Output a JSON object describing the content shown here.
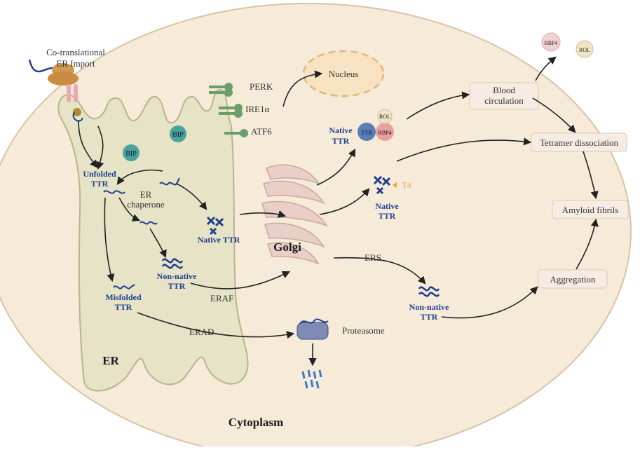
{
  "colors": {
    "cell_fill": "#f6ebd8",
    "cell_stroke": "#d8c3a4",
    "er_fill": "#e6e3c6",
    "er_stroke": "#b9b48c",
    "nucleus_fill": "#f7e2c2",
    "nucleus_stroke": "#e6b57a",
    "golgi_fill": "#e9cfc8",
    "ttr_blue": "#1f3f8f",
    "box_fill": "#f7ece3",
    "box_stroke": "#e0c7b4",
    "chip_green": "#6a9e6a",
    "bip_fill": "#4aa39b",
    "t4_color": "#e6a93a",
    "arrow": "#222222"
  },
  "labels": {
    "co_translational": "Co-translational",
    "er_import": "ER Import",
    "perk": "PERK",
    "ire1": "IRE1α",
    "atf6": "ATF6",
    "nucleus": "Nucleus",
    "bip": "BIP",
    "unfolded_1": "Unfolded",
    "unfolded_2": "TTR",
    "er_chap_1": "ER",
    "er_chap_2": "chaperone",
    "native_ttr": "Native TTR",
    "non_native_1": "Non-native",
    "non_native_2": "TTR",
    "misfolded_1": "Misfolded",
    "misfolded_2": "TTR",
    "eraf": "ERAF",
    "erad": "ERAD",
    "er": "ER",
    "golgi": "Golgi",
    "cytoplasm": "Cytoplasm",
    "native_top_1": "Native",
    "native_top_2": "TTR",
    "ttr_chip": "TTR",
    "rbp4_chip": "RBP4",
    "rol_chip": "ROL",
    "t4": "T4",
    "native_mid_1": "Native",
    "native_mid_2": "TTR",
    "ers": "ERS",
    "non_native_right_1": "Non-native",
    "non_native_right_2": "TTR",
    "proteasome": "Proteasome",
    "rbp4_float": "RBP4",
    "rol_float": "ROL"
  },
  "boxes": {
    "blood_1": "Blood",
    "blood_2": "circulation",
    "tetramer": "Tetramer dissociation",
    "amyloid": "Amyloid fibrils",
    "aggregation": "Aggregation"
  }
}
